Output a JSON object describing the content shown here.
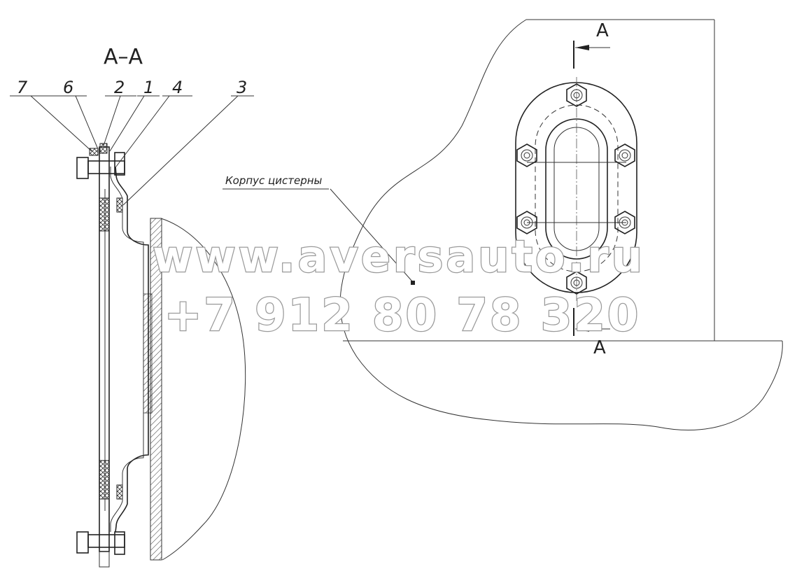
{
  "section_title": "А–А",
  "callouts": [
    "7",
    "6",
    "2",
    "1",
    "4",
    "3"
  ],
  "tank_label": "Корпус цистерны",
  "section_mark_top": "А",
  "section_mark_bottom": "А",
  "watermark": {
    "site": "www.aversauto.ru",
    "phone": "+7 912 80 78 320"
  }
}
